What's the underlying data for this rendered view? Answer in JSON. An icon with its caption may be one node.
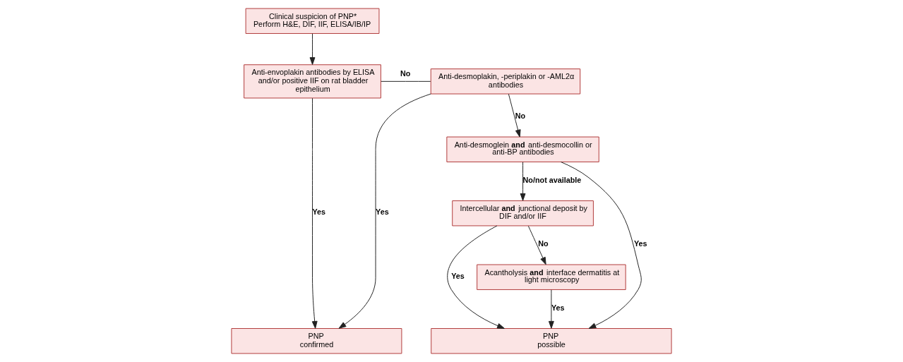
{
  "diagram": {
    "nodes": [
      {
        "text": [
          "Clinical suspicion of PNP*",
          "Perform H&E, DIF, IIF, ELISA/IB/IP"
        ]
      },
      {
        "text": [
          "Anti-envoplakin antibodies by ELISA and/or positive IIF on rat bladder epithelium"
        ]
      },
      {
        "text": [
          "Anti-desmoplakin, -periplakin or -AML2α antibodies"
        ]
      },
      {
        "text": [
          "Anti-desmoglein **and** anti-desmocollin or anti-BP antibodies"
        ]
      },
      {
        "text": [
          "Intercellular **and** junctional deposit by DIF and/or IIF"
        ]
      },
      {
        "text": [
          "Acantholysis **and** interface dermatitis at light microscopy"
        ]
      },
      {
        "text": [
          "PNP",
          "confirmed"
        ]
      },
      {
        "text": [
          "PNP",
          "possible"
        ]
      }
    ],
    "edges": [
      {
        "from": 0,
        "to": 1,
        "arrow": "to"
      },
      {
        "from": 1,
        "to": 2,
        "arrow": "none",
        "label": "No"
      },
      {
        "from": 1,
        "to": 6,
        "arrow": "to",
        "label": "Yes"
      },
      {
        "from": 2,
        "to": 6,
        "arrow": "to",
        "label": "Yes"
      },
      {
        "from": 2,
        "to": 3,
        "arrow": "to",
        "label": "No"
      },
      {
        "from": 3,
        "to": 4,
        "arrow": "to",
        "label": "No/not available"
      },
      {
        "from": 3,
        "to": 7,
        "arrow": "to",
        "label": "Yes"
      },
      {
        "from": 4,
        "to": 7,
        "arrow": "to",
        "label": "Yes"
      },
      {
        "from": 4,
        "to": 5,
        "arrow": "to",
        "label": "No"
      },
      {
        "from": 5,
        "to": 7,
        "arrow": "to",
        "label": "Yes"
      }
    ]
  }
}
